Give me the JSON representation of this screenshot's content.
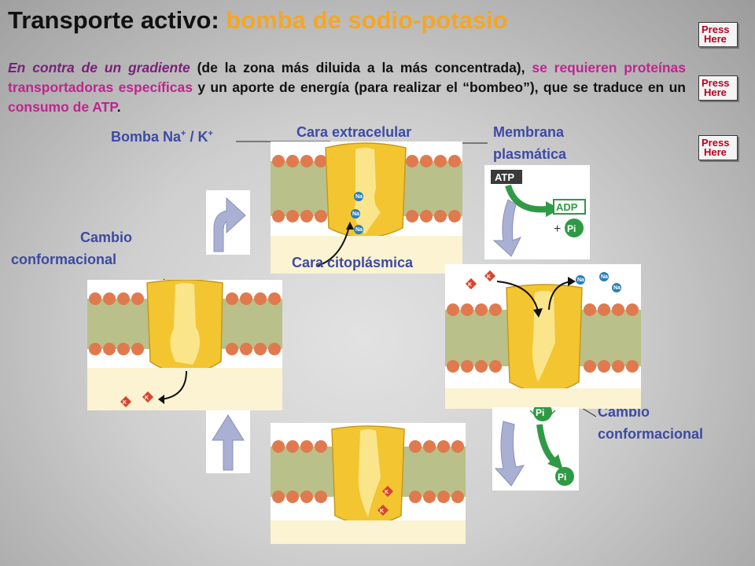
{
  "title": {
    "main": "Transporte activo:",
    "highlight": "bomba de sodio-potasio"
  },
  "intro": {
    "p1": "En contra de un gradiente",
    "p2": " (de la zona más diluida a la más concentrada), ",
    "p3": "se requieren proteínas transportadoras específicas",
    "p4": " y un aporte de energía (para realizar el “bombeo”), que se traduce en un ",
    "p5": "consumo de ATP",
    "p6": "."
  },
  "press_button": {
    "line1": "Press",
    "line2": "Here"
  },
  "labels": {
    "pump_prefix": "Bomba Na",
    "pump_sup1": "+",
    "pump_mid": " / K",
    "pump_sup2": "+",
    "extracellular": "Cara extracelular",
    "membrane_1": "Membrana",
    "membrane_2": "plasmática",
    "cytoplasmic": "Cara citoplásmica",
    "conf_change_1": "Cambio",
    "conf_change_2": "conformacional"
  },
  "energy": {
    "atp": "ATP",
    "adp": "ADP",
    "plus": "+",
    "pi": "Pi"
  },
  "ions": {
    "na": "Na",
    "k": "K"
  },
  "colors": {
    "title_highlight": "#f5a623",
    "label_blue": "#3d4aa4",
    "protein": "#f3c531",
    "lipid_head": "#e07a4e",
    "lipid_tail": "#7d8a45",
    "na_ion": "#2a7fb8",
    "k_ion": "#d8452c",
    "arrow_gray": "#aab0d4",
    "pi_green": "#2f9a46"
  }
}
